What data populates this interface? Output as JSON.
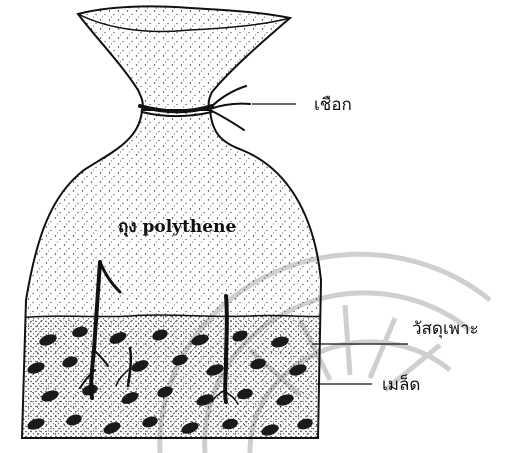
{
  "labels": {
    "string": "เชือก",
    "bag": "ถุง polythene",
    "medium": "วัสดุเพาะ",
    "seed": "เมล็ด"
  },
  "colors": {
    "ink": "#111111",
    "stipple": "#333333",
    "watermark": "#cfcfcf",
    "background": "#ffffff"
  }
}
